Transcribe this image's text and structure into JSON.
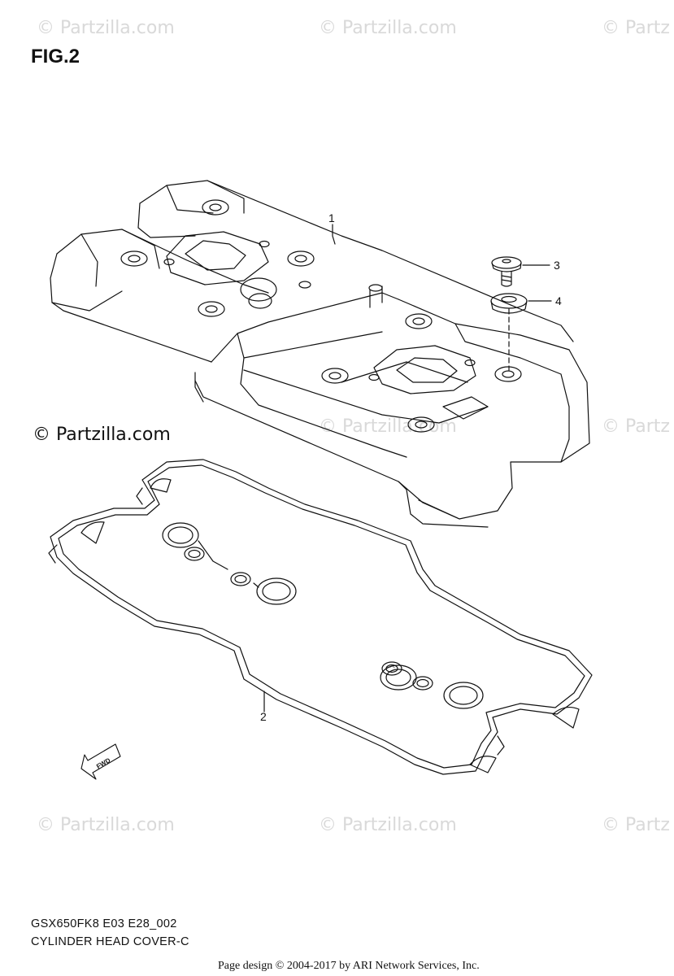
{
  "figure": {
    "title": "FIG.2"
  },
  "watermark": {
    "text": "© Partzilla.com",
    "partial_text": "© Partz"
  },
  "copyright_main": "© Partzilla.com",
  "callouts": [
    "1",
    "2",
    "3",
    "4"
  ],
  "fwd_label": "FWD",
  "drawing_code": "GSX650FK8 E03 E28_002",
  "caption": "CYLINDER HEAD COVER-C",
  "footer": "Page design © 2004-2017 by ARI Network Services, Inc."
}
